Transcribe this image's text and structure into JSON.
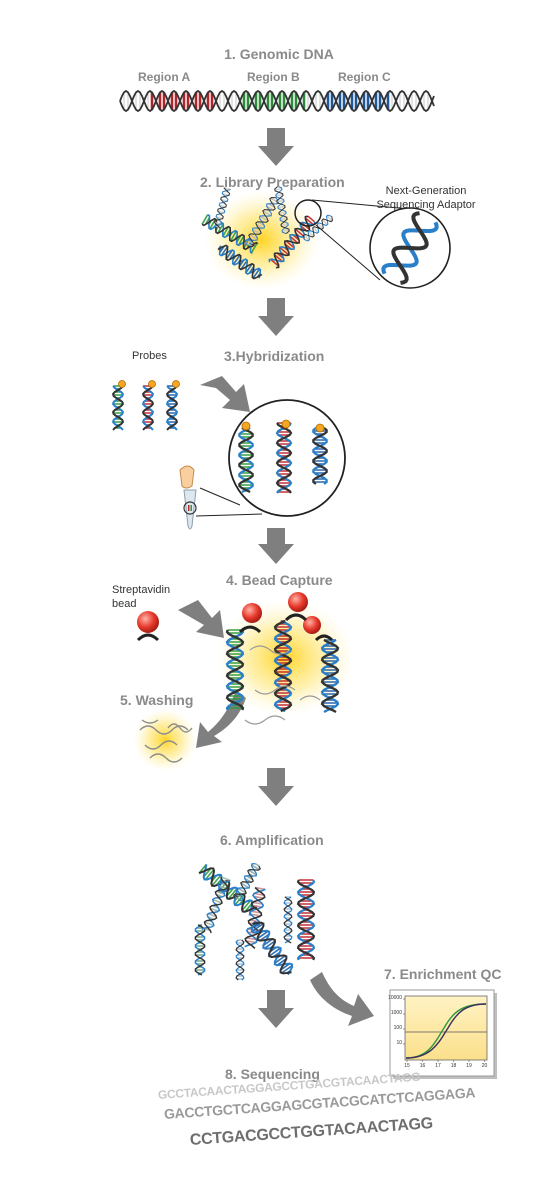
{
  "steps": {
    "s1": "1. Genomic DNA",
    "s2": "2. Library Preparation",
    "s3": "3.Hybridization",
    "s4": "4. Bead Capture",
    "s5": "5. Washing",
    "s6": "6. Amplification",
    "s7": "7. Enrichment QC",
    "s8": "8. Sequencing"
  },
  "regions": [
    "Region A",
    "Region B",
    "Region C"
  ],
  "annotations": {
    "adaptor_line1": "Next-Generation",
    "adaptor_line2": "Sequencing Adaptor",
    "probes": "Probes",
    "bead_line1": "Streptavidin",
    "bead_line2": "bead"
  },
  "qc_chart": {
    "y_ticks": [
      "10000",
      "1000",
      "100",
      "10"
    ],
    "x_ticks": [
      "15",
      "16",
      "17",
      "18",
      "19",
      "20"
    ]
  },
  "sequences": [
    "GCCTACAACTAGGAGCCTGACGTACAACTAGG",
    "GACCTGCTCAGGAGCGTACGCATCTCAGGAGA",
    "CCTGACGCCTGGTACAACTAGG"
  ],
  "colors": {
    "step_label": "#8a8a8a",
    "region_a": "#c0272d",
    "region_b": "#2e9a3e",
    "region_c": "#1f5fa8",
    "arrow": "#7f7f7f",
    "probe_cap": "#f5a623",
    "bead": "#e8392c",
    "glow": "#ffd21a",
    "qc_panel": "#fde9a6"
  }
}
